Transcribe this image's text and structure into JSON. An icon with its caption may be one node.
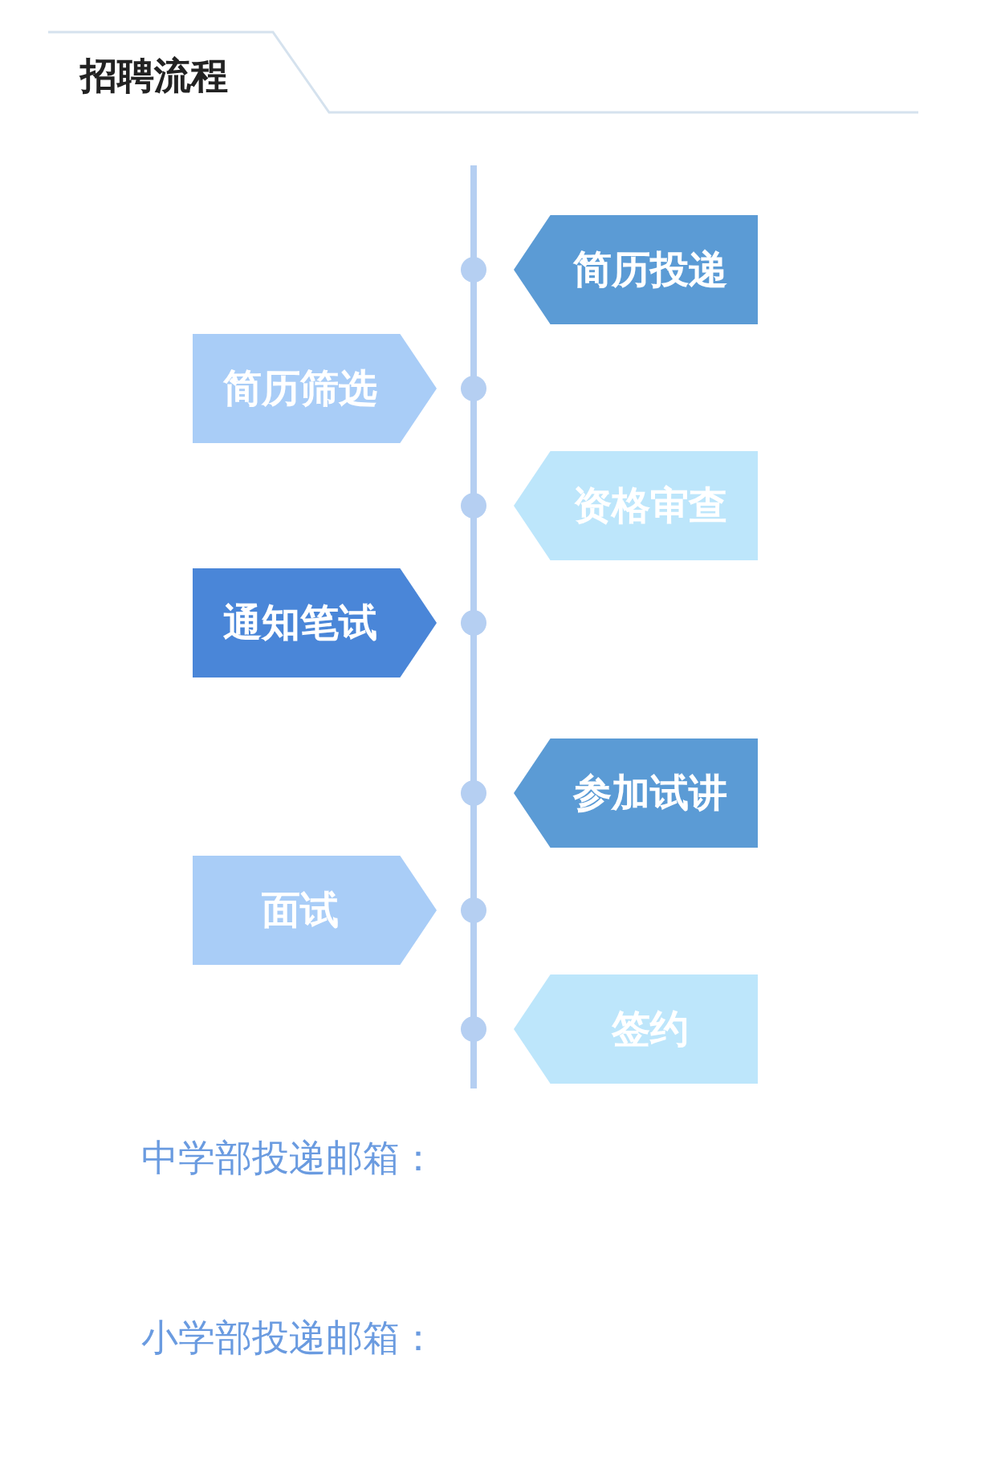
{
  "diagram": {
    "title": "招聘流程",
    "nodes": [
      {
        "text": [
          "简历投递"
        ]
      },
      {
        "text": [
          "简历筛选"
        ]
      },
      {
        "text": [
          "资格审查"
        ]
      },
      {
        "text": [
          "通知笔试"
        ]
      },
      {
        "text": [
          "参加试讲"
        ]
      },
      {
        "text": [
          "面试"
        ]
      },
      {
        "text": [
          "签约"
        ]
      }
    ],
    "labels": [
      "中学部投递邮箱：",
      "小学部投递邮箱："
    ]
  }
}
